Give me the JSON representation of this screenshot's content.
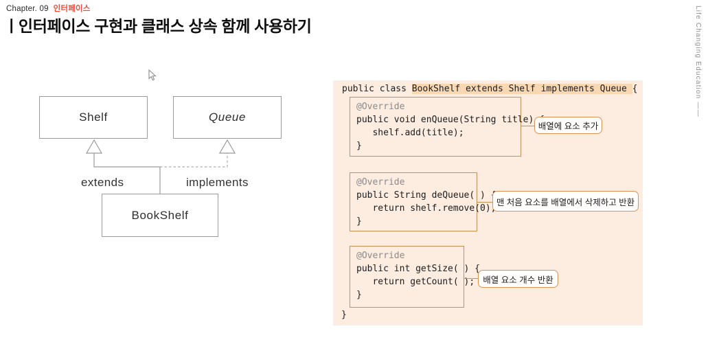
{
  "header": {
    "chapter_label": "Chapter. 09",
    "chapter_topic": "인터페이스",
    "title": "ㅣ인터페이스 구현과 클래스 상속 함께 사용하기"
  },
  "side_branding": "Life Changing Education ——",
  "diagram": {
    "shelf_label": "Shelf",
    "queue_label": "Queue",
    "bookshelf_label": "BookShelf",
    "extends_label": "extends",
    "implements_label": "implements"
  },
  "code_panel": {
    "class_line": {
      "prefix": "public class ",
      "highlight": "BookShelf extends Shelf implements Queue ",
      "suffix": "{"
    },
    "blocks": [
      {
        "lines": [
          "@Override",
          "public void enQueue(String title) {",
          "   shelf.add(title);",
          "}"
        ],
        "callout": "배열에 요소 추가"
      },
      {
        "lines": [
          "@Override",
          "public String deQueue( ) {",
          "   return shelf.remove(0);",
          "}"
        ],
        "callout": "맨 처음 요소를 배열에서 삭제하고 반환"
      },
      {
        "lines": [
          "@Override",
          "public int getSize( ) {",
          "   return getCount( );",
          "}"
        ],
        "callout": "배열 요소 개수 반환"
      }
    ],
    "closing_brace": "}"
  },
  "colors": {
    "panel_bg": "#fdece0",
    "highlight_bg": "#f8d8b2",
    "block_border": "#c98f51",
    "callout_border": "#dd9254",
    "accent_red": "#ee4c3a",
    "diagram_line": "#9a9a9a"
  }
}
